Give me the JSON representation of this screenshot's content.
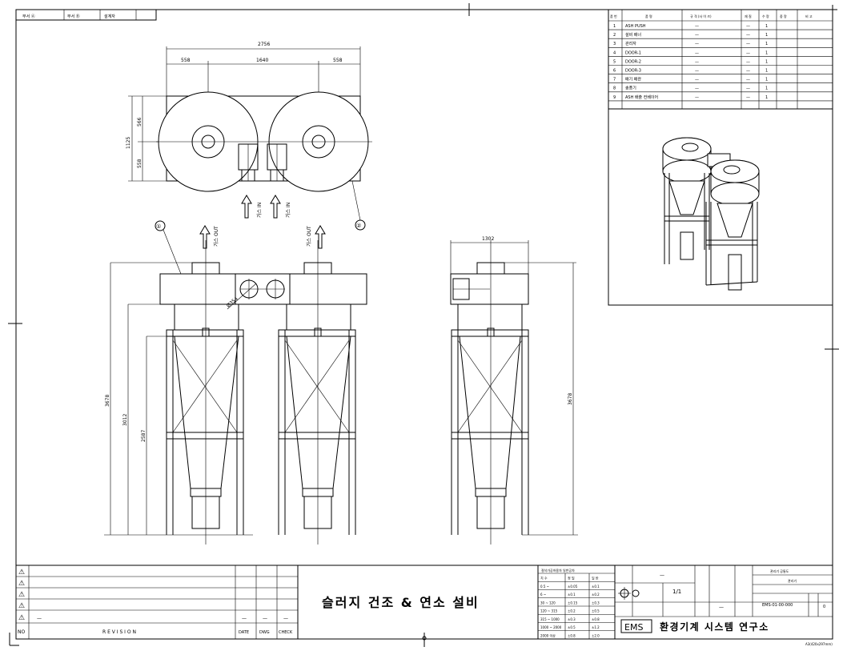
{
  "header": {
    "strip": [
      "부서 Ⓐ",
      "부서 Ⓑ",
      "설계자"
    ]
  },
  "top_view": {
    "overall_width": "2756",
    "left_offset": "558",
    "center_spacing": "1640",
    "right_offset": "558",
    "height_total": "1125",
    "height_upper": "566",
    "height_lower": "558",
    "gas_in_labels": [
      "가스 IN",
      "가스 IN"
    ],
    "balloon_2": "②"
  },
  "front_view": {
    "gas_out_labels": [
      "가스 OUT",
      "가스 OUT"
    ],
    "balloon_1": "①",
    "pipe_dia": "Ø354",
    "height_total": "3678",
    "height_mid": "3012",
    "height_leg": "2587"
  },
  "side_view": {
    "width": "1302",
    "height": "3678"
  },
  "parts_list": {
    "headers": [
      "품 번",
      "품 명",
      "규 격 (사 이 즈)",
      "재 질",
      "수 량",
      "중 량",
      "비 고"
    ],
    "rows": [
      {
        "no": "1",
        "name": "ASH PUSH",
        "spec": "—",
        "mat": "—",
        "qty": "1"
      },
      {
        "no": "2",
        "name": "설비 배너",
        "spec": "—",
        "mat": "—",
        "qty": "1"
      },
      {
        "no": "3",
        "name": "관리자",
        "spec": "—",
        "mat": "—",
        "qty": "1"
      },
      {
        "no": "4",
        "name": "DOOR-1",
        "spec": "—",
        "mat": "—",
        "qty": "1"
      },
      {
        "no": "5",
        "name": "DOOR-2",
        "spec": "—",
        "mat": "—",
        "qty": "1"
      },
      {
        "no": "6",
        "name": "DOOR-3",
        "spec": "—",
        "mat": "—",
        "qty": "1"
      },
      {
        "no": "7",
        "name": "배기 배관",
        "spec": "—",
        "mat": "—",
        "qty": "1"
      },
      {
        "no": "8",
        "name": "송풍기",
        "spec": "—",
        "mat": "—",
        "qty": "1"
      },
      {
        "no": "9",
        "name": "ASH 배출 컨베이어",
        "spec": "—",
        "mat": "—",
        "qty": "1"
      }
    ]
  },
  "revision_block": {
    "symbols": [
      "⚠",
      "⚠",
      "⚠",
      "⚠",
      "⚠"
    ],
    "no_label": "NO",
    "revision_label": "R E V I S I O N",
    "date_label": "DATE",
    "dwg_label": "DWG",
    "check_label": "CHECK"
  },
  "title_block": {
    "drawing_title": "슬러지 건조 & 연소 설비",
    "company_logo": "EMS",
    "company_name": "환경기계 시스템 연구소",
    "scale": "1/1",
    "tolerance_title": "절삭가공허용차   일반공차",
    "tolerance_rows": [
      [
        "치 수",
        "정 밀",
        "일 반"
      ],
      [
        "0.5 ~",
        "±0.05",
        "±0.1"
      ],
      [
        "6 ~",
        "±0.1",
        "±0.2"
      ],
      [
        "30 ~ 120",
        "±0.15",
        "±0.3"
      ],
      [
        "120 ~ 315",
        "±0.2",
        "±0.5"
      ],
      [
        "315 ~ 1000",
        "±0.3",
        "±0.8"
      ],
      [
        "1000 ~ 2000",
        "±0.5",
        "±1.2"
      ],
      [
        "2000 이상",
        "±0.8",
        "±2.0"
      ]
    ],
    "dash": "—",
    "product_name": "관리기 공통도",
    "part_name": "관리기",
    "dwg_no": "EMS-01-00-000",
    "sheet": "0",
    "footnote": "A3(420x297mm)"
  }
}
